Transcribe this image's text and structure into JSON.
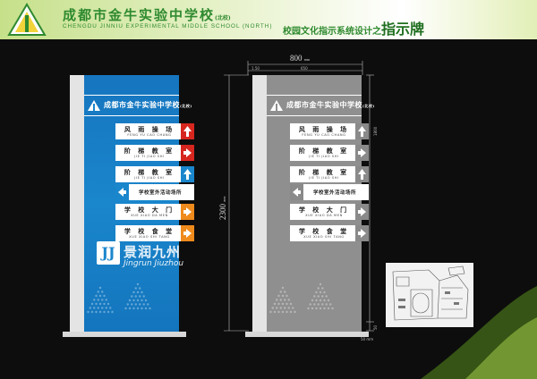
{
  "header": {
    "school_cn": "成都市金牛实验中学校",
    "school_cn_suffix": "(北校)",
    "school_en": "CHENGDU JINNIU EXPERIMENTAL MIDDLE SCHOOL (NORTH)",
    "title_prefix": "校园文化指示系统设计之",
    "title_main": "指示牌"
  },
  "sign": {
    "school_name": "成都市金牛实验中学校",
    "school_suffix": "(北校)",
    "plates": [
      {
        "cn": "风 雨 操 场",
        "en": "FENG YU CAO CHANG",
        "arrow": "up"
      },
      {
        "cn": "阶 梯 教 室",
        "en": "JIE TI JIAO SHI",
        "arrow": "right"
      },
      {
        "cn": "阶 梯 教 室",
        "en": "JIE TI JIAO SHI",
        "arrow": "up"
      },
      {
        "cn": "学校室外活动场所",
        "en": "",
        "arrow": "left"
      },
      {
        "cn": "学 校 大 门",
        "en": "XUE XIAO DA MEN",
        "arrow": "right"
      },
      {
        "cn": "学 校 食 堂",
        "en": "XUE XIAO SHI TANG",
        "arrow": "right"
      }
    ]
  },
  "watermark": {
    "mark": "JJ",
    "cn": "景润九州",
    "en": "Jingrun Jiuzhou"
  },
  "dimensions": {
    "width_value": "800",
    "width_unit": "mm",
    "height_value": "2300",
    "height_unit": "mm",
    "sub_width_left": "1.50",
    "sub_width_right": "650",
    "right_top": "1800",
    "right_bottom": "50"
  },
  "colors": {
    "sign_blue": "#1a86cc",
    "sign_gray": "#8f8f8f",
    "arrow_red": "#d7261e",
    "arrow_blue": "#1a86cc",
    "arrow_orange": "#ef8a1c",
    "arrow_gray": "#8a8a8a",
    "brand_green": "#2f8a2f"
  }
}
